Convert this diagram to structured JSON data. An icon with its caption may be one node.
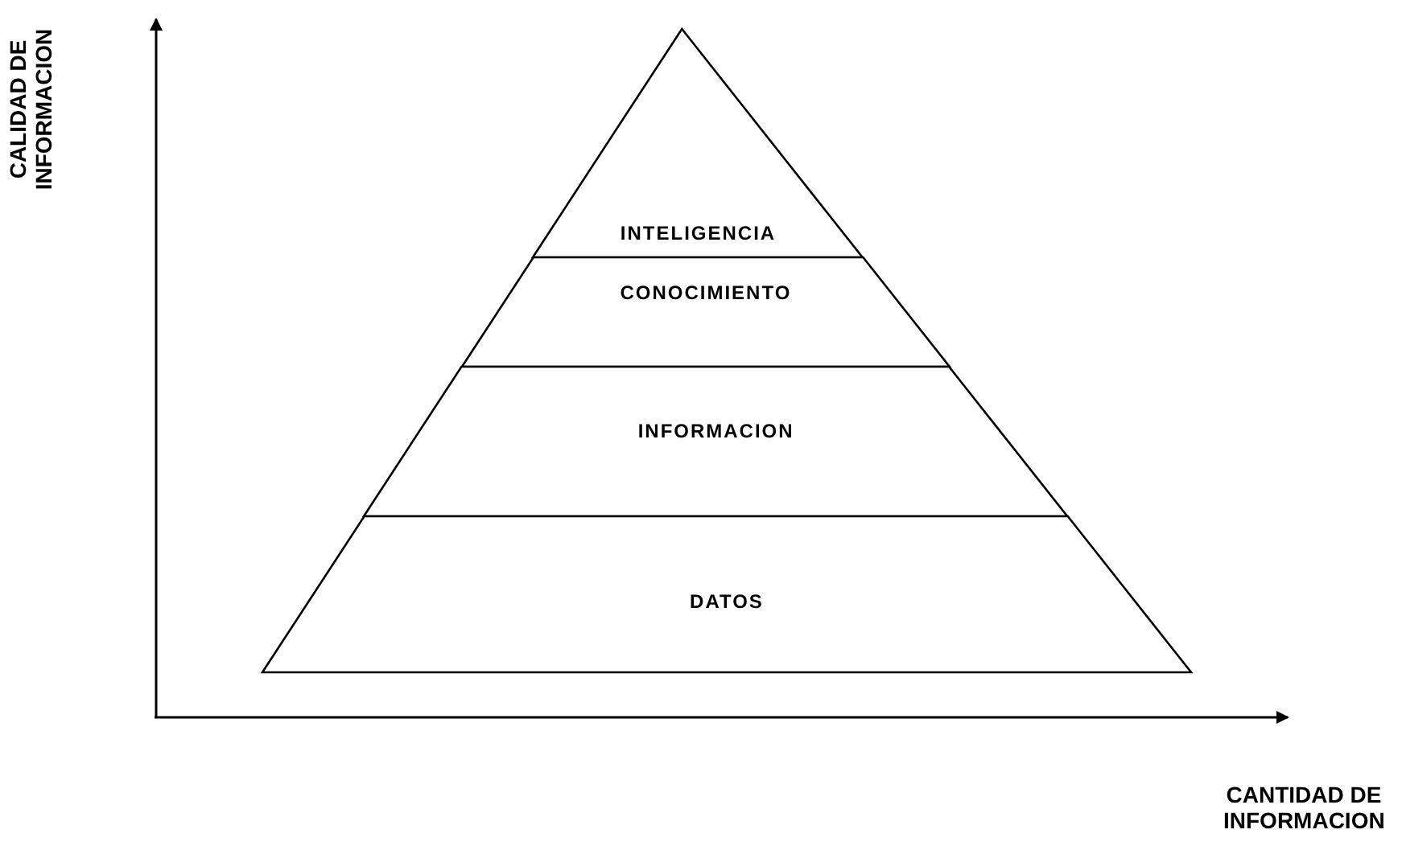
{
  "diagram": {
    "nodes": [
      {
        "text": [
          "INTELIGENCIA"
        ]
      },
      {
        "text": [
          "CONOCIMIENTO"
        ]
      },
      {
        "text": [
          "INFORMACION"
        ]
      },
      {
        "text": [
          "DATOS"
        ]
      }
    ],
    "labels": [
      "CALIDAD DE INFORMACION",
      "CANTIDAD DE INFORMACION"
    ]
  }
}
